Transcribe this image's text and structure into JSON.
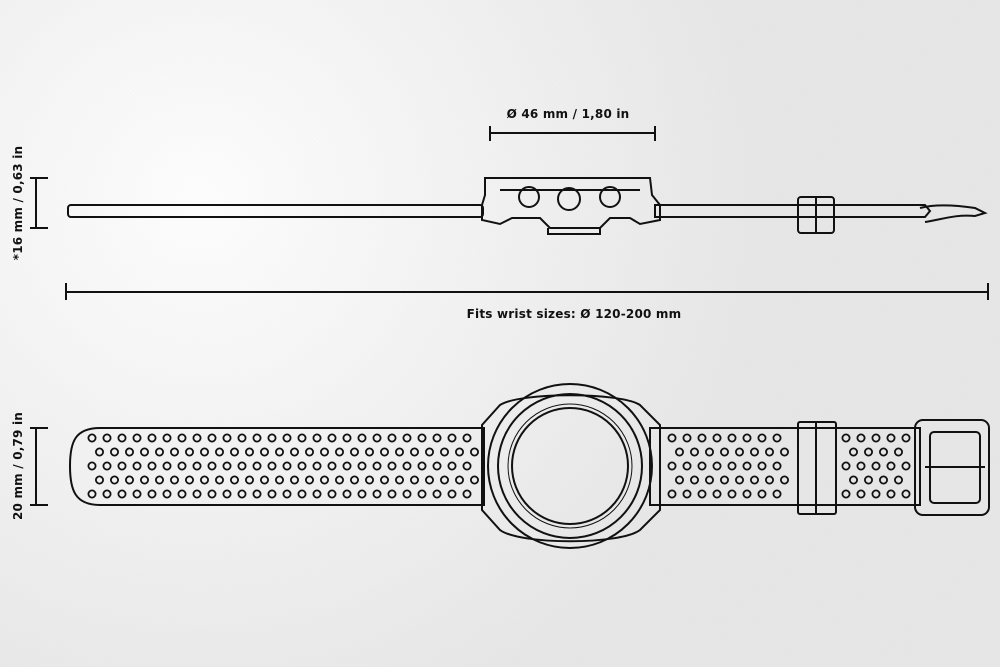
{
  "labels": {
    "case_diameter": "Ø 46 mm / 1,80 in",
    "case_height": "*16 mm / 0,63 in",
    "fits_wrist": "Fits wrist sizes: Ø 120-200 mm",
    "strap_width": "20 mm / 0,79 in"
  },
  "colors": {
    "line": "#111111",
    "paper": "#e9e9e9"
  }
}
